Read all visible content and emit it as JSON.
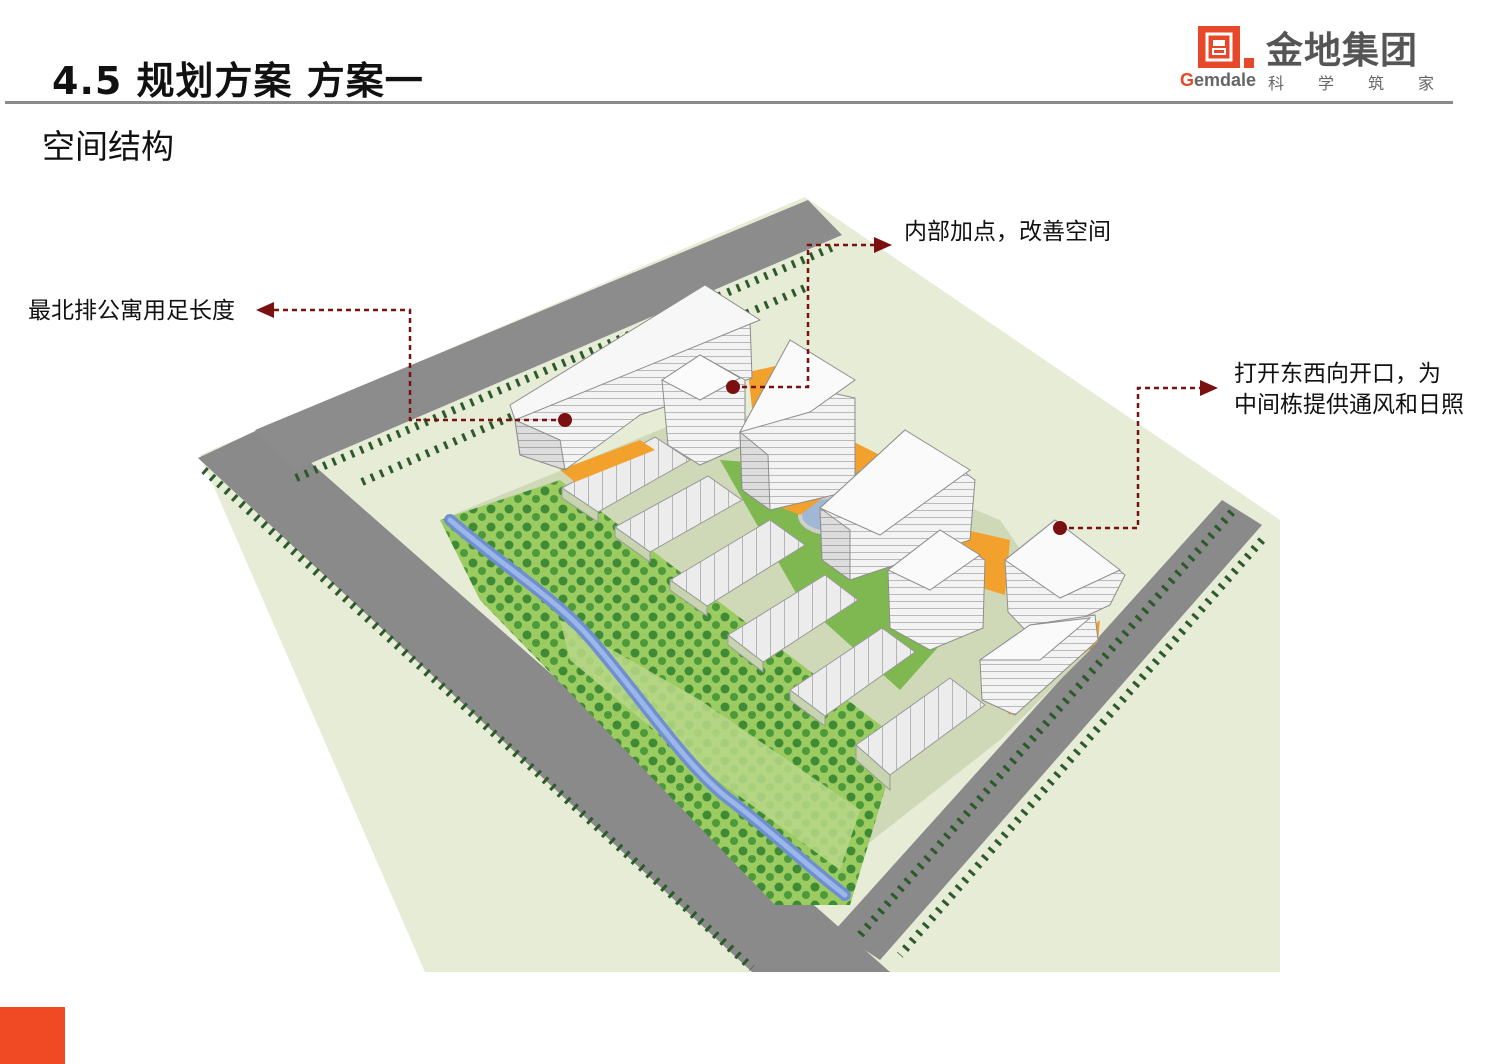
{
  "header": {
    "title": "4.5  规划方案 方案一",
    "subtitle": "空间结构"
  },
  "logo": {
    "name_cn": "金地集团",
    "name_en_first": "G",
    "name_en_rest": "emdale",
    "slogan": [
      "科",
      "学",
      "筑",
      "家"
    ]
  },
  "annotations": {
    "north": "最北排公寓用足长度",
    "interior": "内部加点，改善空间",
    "opening_line1": "打开东西向开口，为",
    "opening_line2": "中间栋提供通风和日照"
  },
  "colors": {
    "accent": "#e8482a",
    "leader": "#7a1010",
    "road": "#8a8a8a",
    "ground": "#e6ecd8",
    "lawn": "#8fc05a",
    "water": "#7d9fd8",
    "podium": "#f2a12c",
    "building": "#f4f4f4"
  }
}
